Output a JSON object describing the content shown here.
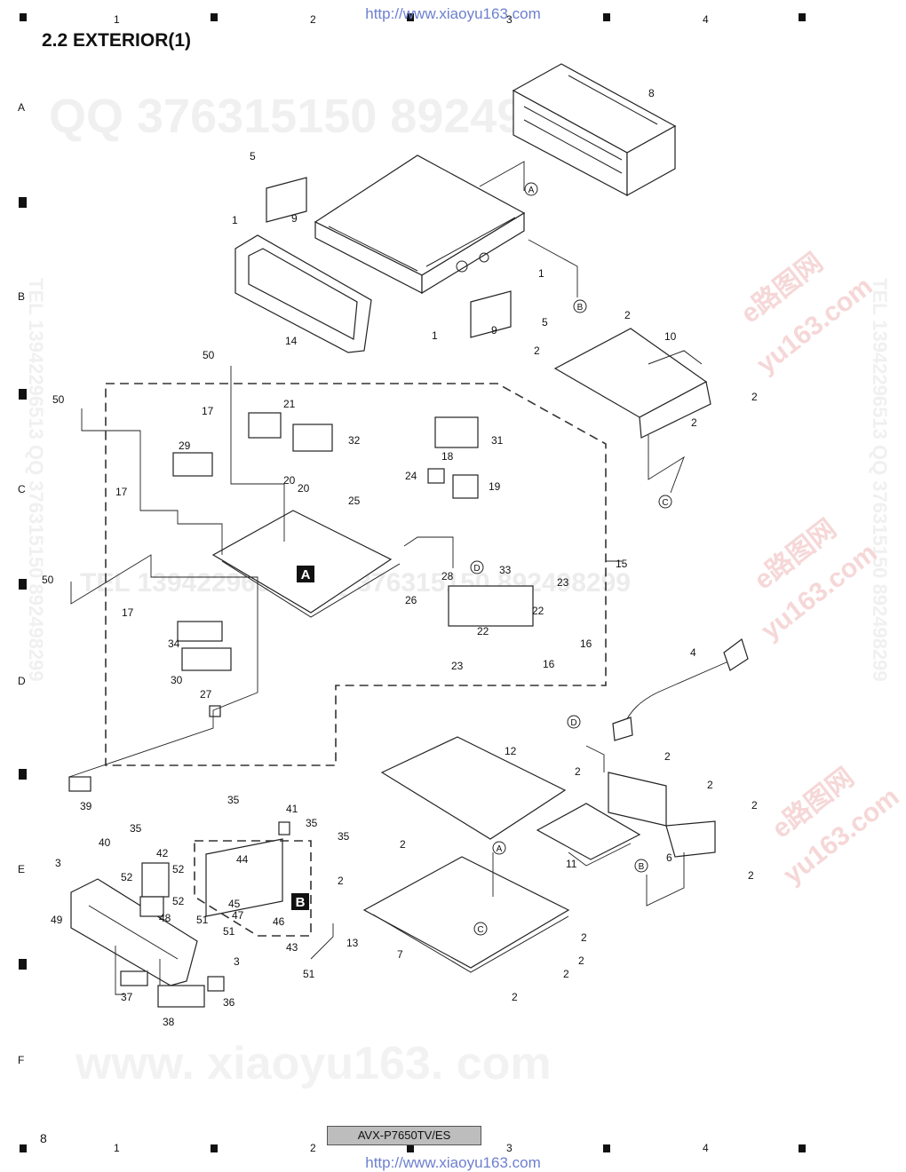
{
  "header": {
    "url": "http://www.xiaoyu163.com",
    "title": "2.2  EXTERIOR(1)"
  },
  "grid": {
    "columns": [
      "1",
      "2",
      "3",
      "4"
    ],
    "rows": [
      "A",
      "B",
      "C",
      "D",
      "E",
      "F"
    ]
  },
  "watermarks": {
    "qq": "QQ 376315150  892498299",
    "tel": "TEL 13942296513  QQ 376315150  892498299",
    "side": "TEL 13942296513  QQ 376315150  892498299",
    "site": "www. xiaoyu163. com",
    "cn": "e路图网",
    "cn_url": "yu163.com"
  },
  "diagram": {
    "part_labels": [
      "1",
      "2",
      "3",
      "4",
      "5",
      "6",
      "7",
      "8",
      "9",
      "10",
      "11",
      "12",
      "13",
      "14",
      "15",
      "16",
      "17",
      "18",
      "19",
      "20",
      "21",
      "22",
      "23",
      "24",
      "25",
      "26",
      "27",
      "28",
      "29",
      "30",
      "31",
      "32",
      "33",
      "34",
      "35",
      "36",
      "37",
      "38",
      "39",
      "40",
      "41",
      "42",
      "43",
      "44",
      "45",
      "46",
      "47",
      "48",
      "49",
      "50",
      "51",
      "52"
    ],
    "connector_refs": [
      "A",
      "B",
      "C",
      "D"
    ],
    "board_labels": [
      "A",
      "B"
    ]
  },
  "footer": {
    "page_number": "8",
    "model": "AVX-P7650TV/ES",
    "url": "http://www.xiaoyu163.com"
  }
}
